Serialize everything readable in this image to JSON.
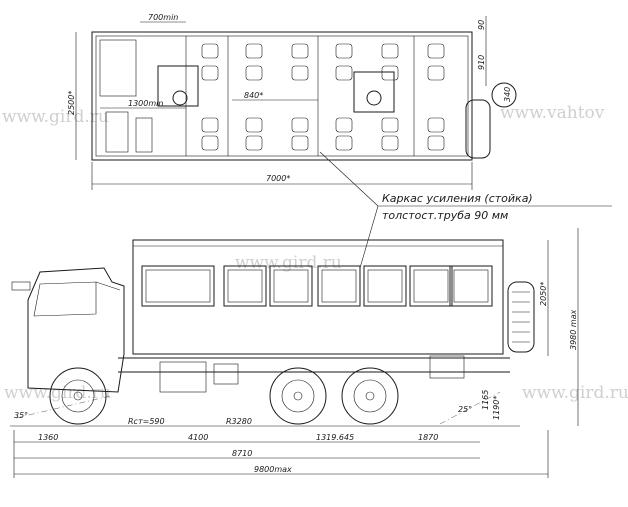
{
  "top_view": {
    "dim_top": "700min",
    "dim_walkway": "1300min",
    "dim_row": "840*",
    "dim_length": "7000*",
    "dim_width": "2500*",
    "dim_right_1": "90",
    "dim_right_2": "910",
    "dim_right_3": "340"
  },
  "callout": {
    "line1": "Каркас усиления (стойка)",
    "line2": "толстост.труба 90 мм"
  },
  "side_view": {
    "dim_angle_front": "35°",
    "dim_angle_rear": "25°",
    "dim_turning": "Rст=590",
    "dim_radius": "R3280",
    "dim_1360": "1360",
    "dim_4100": "4100",
    "dim_1319": "1319.645",
    "dim_1870": "1870",
    "dim_8710": "8710",
    "dim_9800": "9800max",
    "dim_2050": "2050*",
    "dim_3980": "3980 max",
    "dim_1165": "1165",
    "dim_1190": "1190*"
  },
  "watermarks": {
    "w1": "www.gird.ru",
    "w2": "www.vahtov",
    "w3": "www.gird.ru",
    "w4": "www.gird.ru",
    "w5": "www.gird.ru"
  }
}
